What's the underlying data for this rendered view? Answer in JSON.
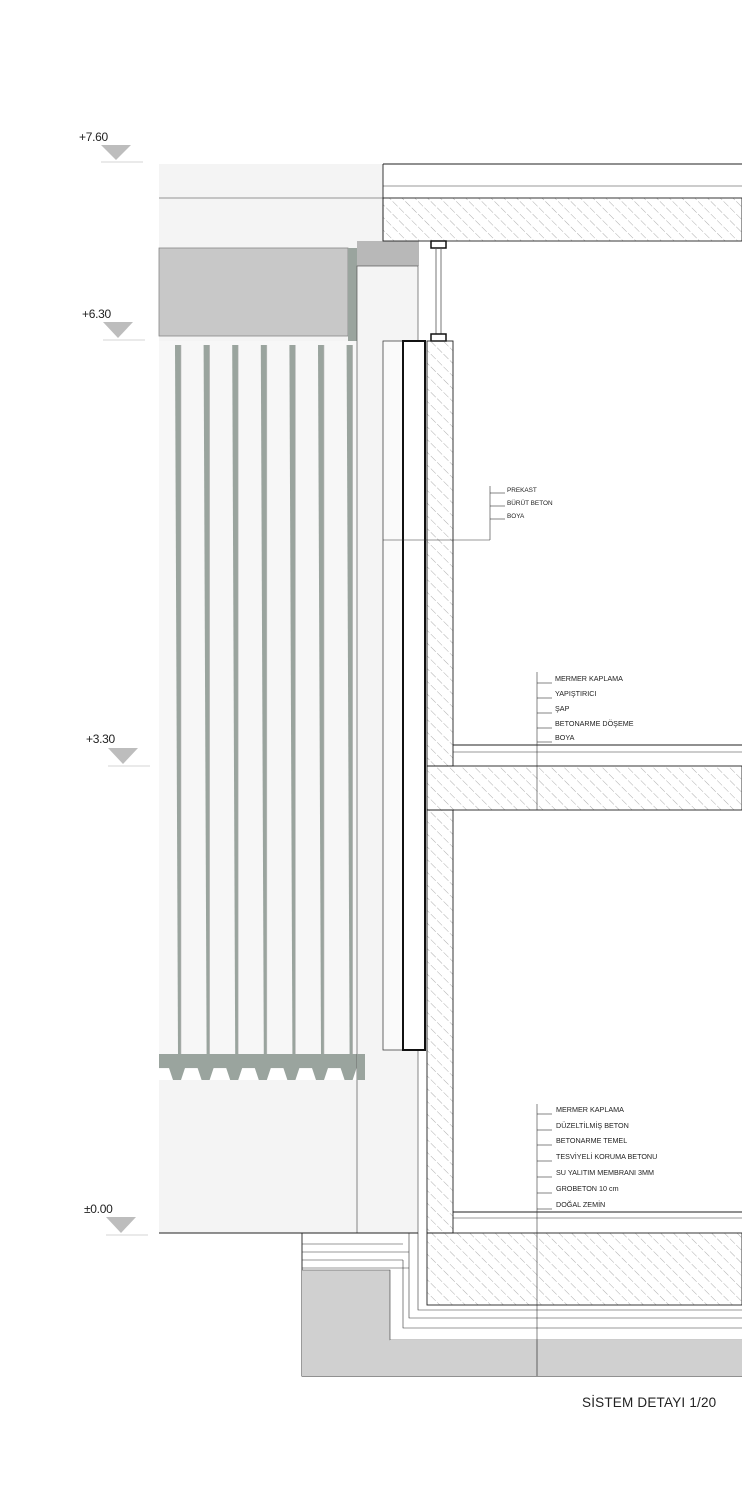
{
  "levels": [
    {
      "label": "+7.60"
    },
    {
      "label": "+6.30"
    },
    {
      "label": "+3.30"
    },
    {
      "label": "±0.00"
    }
  ],
  "annotations": {
    "wall": [
      "PREKAST",
      "BÜRÜT BETON",
      "BOYA"
    ],
    "floor": [
      "MERMER KAPLAMA",
      "YAPIŞTIRICI",
      "ŞAP",
      "BETONARME DÖŞEME",
      "BOYA"
    ],
    "foundation": [
      "MERMER KAPLAMA",
      "DÜZELTİLMİŞ BETON",
      "BETONARME TEMEL",
      "TESVİYELİ KORUMA BETONU",
      "SU YALITIM MEMBRANI 3MM",
      "GROBETON 10 cm",
      "DOĞAL ZEMİN"
    ]
  },
  "title": "SİSTEM DETAYI 1/20",
  "colors": {
    "ink": "#222222",
    "panel": "#f4f4f4",
    "shade": "#c8c8c8",
    "fin_shade": "#9aa49e"
  }
}
